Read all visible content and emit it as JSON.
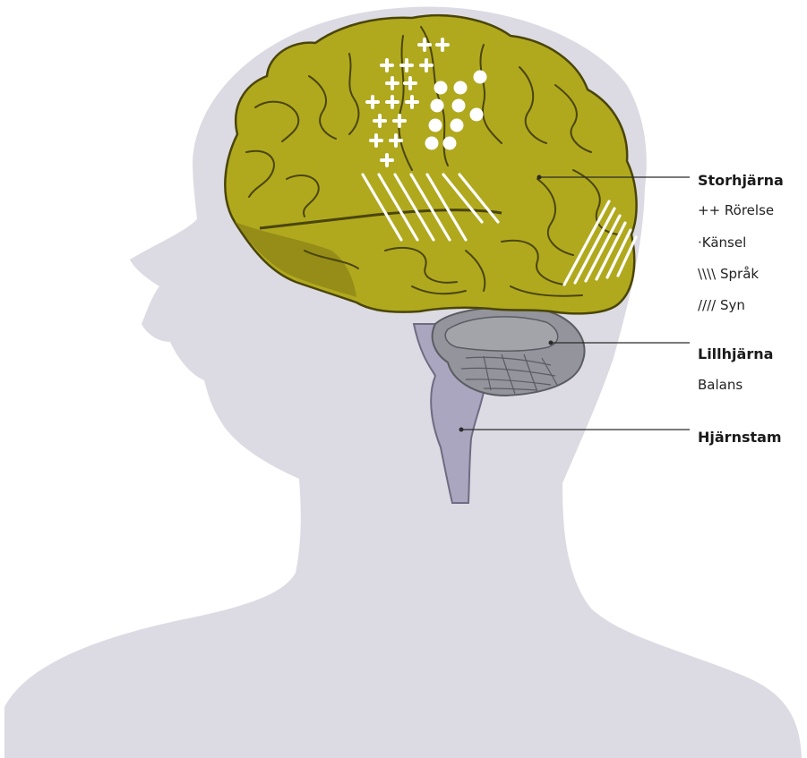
{
  "colors": {
    "silhouette": "#dcdbe3",
    "cerebrum_fill": "#b0a91e",
    "cerebrum_shadow": "#7f7714",
    "cerebrum_outline": "#4a4508",
    "cerebellum_fill": "#94949c",
    "cerebellum_outline": "#5b5b62",
    "brainstem_fill": "#aaa6bf",
    "brainstem_outline": "#6f6b82",
    "marker_white": "#ffffff",
    "leader_line": "#2b2b2b"
  },
  "icons": {
    "movement_marker": "plus-icon",
    "sensation_marker": "dot-icon",
    "language_marker": "backslash-hatch-icon",
    "vision_marker": "slash-hatch-icon"
  },
  "labels": {
    "cerebrum": {
      "title": "Storhjärna",
      "items": [
        "++ Rörelse",
        "·Känsel",
        "\\\\\\\\ Språk",
        "//// Syn"
      ]
    },
    "cerebellum": {
      "title": "Lillhjärna",
      "items": [
        "Balans"
      ]
    },
    "brainstem": {
      "title": "Hjärnstam"
    }
  }
}
